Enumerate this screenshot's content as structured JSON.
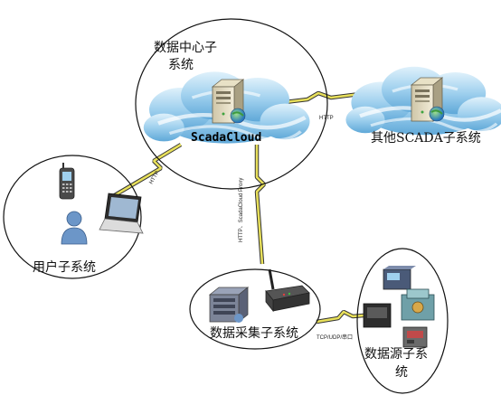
{
  "nodes": {
    "data_center": {
      "label_line1": "数据中心子",
      "label_line2": "系统",
      "server_label": "ScadaCloud"
    },
    "other_scada": {
      "label": "其他SCADA子系统"
    },
    "user": {
      "label": "用户子系统"
    },
    "collection": {
      "label": "数据采集子系统"
    },
    "source": {
      "label_line1": "数据源子系",
      "label_line2": "统"
    }
  },
  "links": {
    "center_to_other": "HTTP",
    "center_to_user": "HTTP",
    "center_to_collection": "HTTP、ScadaCloud Proxy",
    "collection_to_source": "TCP/UDP/串口"
  },
  "colors": {
    "cloud_blue": "#8fc4e6",
    "cloud_light": "#d6ecf8",
    "bolt_yellow": "#e8e05a",
    "bolt_dark": "#333333"
  }
}
